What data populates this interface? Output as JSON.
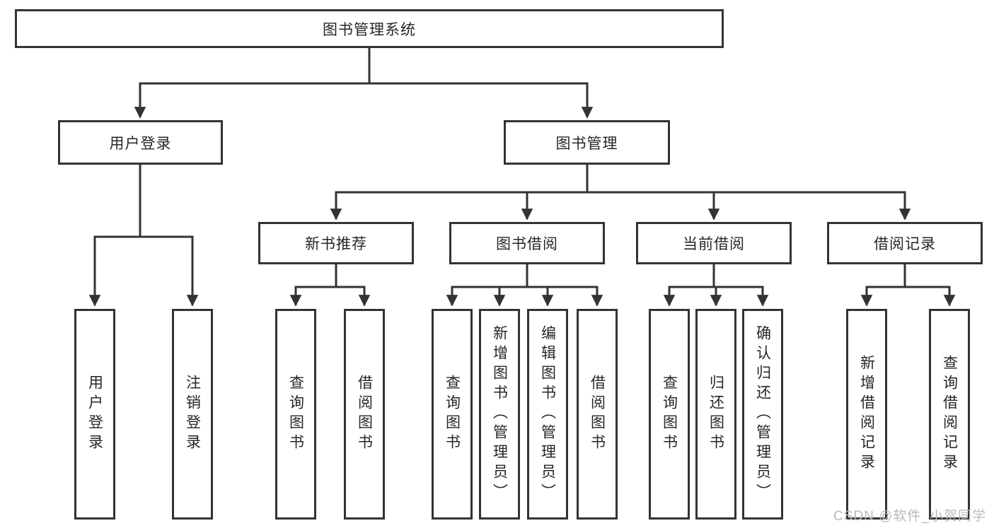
{
  "diagram": {
    "root": {
      "label": "图书管理系统"
    },
    "level2": [
      {
        "label": "用户登录"
      },
      {
        "label": "图书管理"
      }
    ],
    "level3": [
      {
        "label": "新书推荐"
      },
      {
        "label": "图书借阅"
      },
      {
        "label": "当前借阅"
      },
      {
        "label": "借阅记录"
      }
    ],
    "leaves": {
      "login": [
        "用户登录",
        "注销登录"
      ],
      "recommend": [
        "查询图书",
        "借阅图书"
      ],
      "borrow": [
        "查询图书",
        "新增图书（管理员）",
        "编辑图书（管理员）",
        "借阅图书"
      ],
      "current": [
        "查询图书",
        "归还图书",
        "确认归还（管理员）"
      ],
      "records": [
        "新增借阅记录",
        "查询借阅记录"
      ]
    }
  },
  "watermark": {
    "text": "CSDN @软件_小贺同学"
  },
  "colors": {
    "line": "#333333",
    "text": "#262626",
    "watermark": "#b9b9b9",
    "background": "#ffffff"
  }
}
